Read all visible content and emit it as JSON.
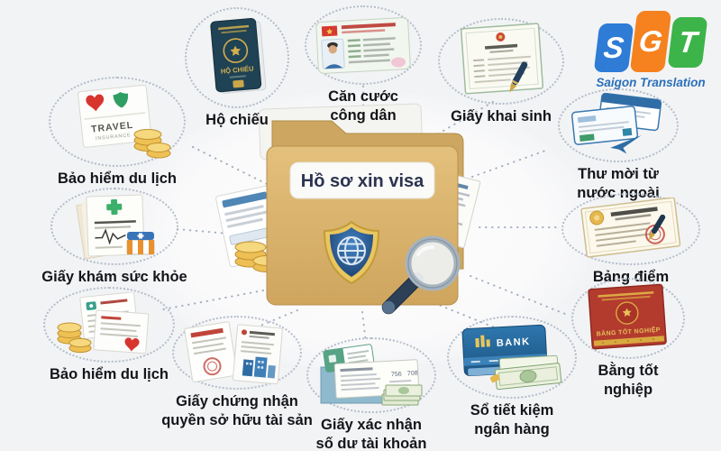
{
  "center": {
    "title": "Hồ sơ xin visa"
  },
  "brand": {
    "letters": [
      "S",
      "G",
      "T"
    ],
    "subtitle": "Saigon Translation",
    "letter_colors": [
      "#2e7cd5",
      "#f5821f",
      "#3cb44a"
    ],
    "subtitle_color": "#2a6fb8"
  },
  "items": [
    {
      "name": "travel-insurance-top",
      "label_lines": [
        "Bảo hiểm du lịch"
      ],
      "art": {
        "card_title": "TRAVEL",
        "card_subtitle": "INSURANCE"
      }
    },
    {
      "name": "passport",
      "label_lines": [
        "Hộ chiếu"
      ],
      "art": {
        "cover_title": "HỘ CHIẾU"
      }
    },
    {
      "name": "citizen-id-card",
      "label_lines": [
        "Căn cước",
        "công dân"
      ]
    },
    {
      "name": "birth-certificate",
      "label_lines": [
        "Giấy khai sinh"
      ]
    },
    {
      "name": "invitation-letter",
      "label_lines": [
        "Thư mời từ",
        "nước ngoài"
      ]
    },
    {
      "name": "transcript",
      "label_lines": [
        "Bảng điểm"
      ]
    },
    {
      "name": "diploma",
      "label_lines": [
        "Bằng tốt",
        "nghiệp"
      ],
      "art": {
        "cover_title": "BẰNG TỐT NGHIỆP"
      }
    },
    {
      "name": "bank-savings-book",
      "label_lines": [
        "Sổ tiết kiệm",
        "ngân hàng"
      ],
      "art": {
        "book_title": "BANK"
      }
    },
    {
      "name": "balance-confirmation",
      "label_lines": [
        "Giấy xác nhận",
        "số dư tài khoản"
      ],
      "art": {
        "amount1": "756",
        "amount2": "708"
      }
    },
    {
      "name": "property-ownership-certificate",
      "label_lines": [
        "Giấy chứng nhận",
        "quyền sở hữu tài sản"
      ]
    },
    {
      "name": "travel-insurance-bottom",
      "label_lines": [
        "Bảo hiểm du lịch"
      ]
    },
    {
      "name": "health-check-certificate",
      "label_lines": [
        "Giấy khám sức khỏe"
      ]
    }
  ],
  "colors": {
    "background": "#f2f3f5",
    "folder_tan": "#d7b26c",
    "center_title_text": "#2b3350",
    "shield_blue": "#2a5f9e",
    "shield_gold": "#e9c65f",
    "passport_cover": "#1f4254",
    "diploma_red": "#b33b2e",
    "label_text": "#141519",
    "connector": "#96a3b6"
  }
}
